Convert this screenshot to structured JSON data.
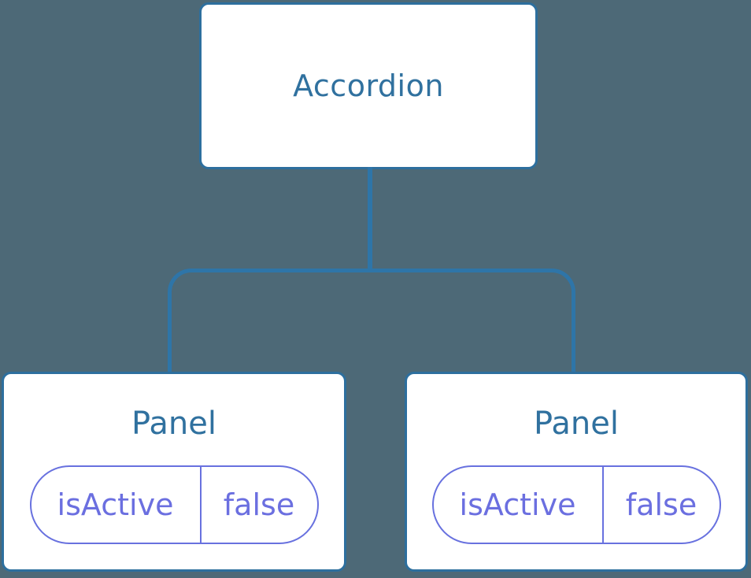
{
  "colors": {
    "background": "#4d6977",
    "line": "#2e75a8",
    "node-border": "#2d6f9e",
    "node-text": "#30719f",
    "pill": "#6871df",
    "pill-text": "#6b6fe0"
  },
  "tree": {
    "root": {
      "label": "Accordion"
    },
    "children": [
      {
        "label": "Panel",
        "state": {
          "key": "isActive",
          "value": "false"
        }
      },
      {
        "label": "Panel",
        "state": {
          "key": "isActive",
          "value": "false"
        }
      }
    ]
  }
}
